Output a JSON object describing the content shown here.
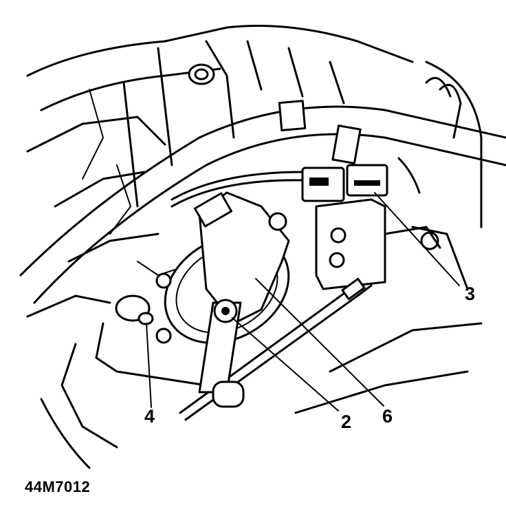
{
  "figure": {
    "reference_code": "44M7012",
    "callouts": [
      {
        "label": "3"
      },
      {
        "label": "4"
      },
      {
        "label": "2"
      },
      {
        "label": "6"
      }
    ]
  }
}
